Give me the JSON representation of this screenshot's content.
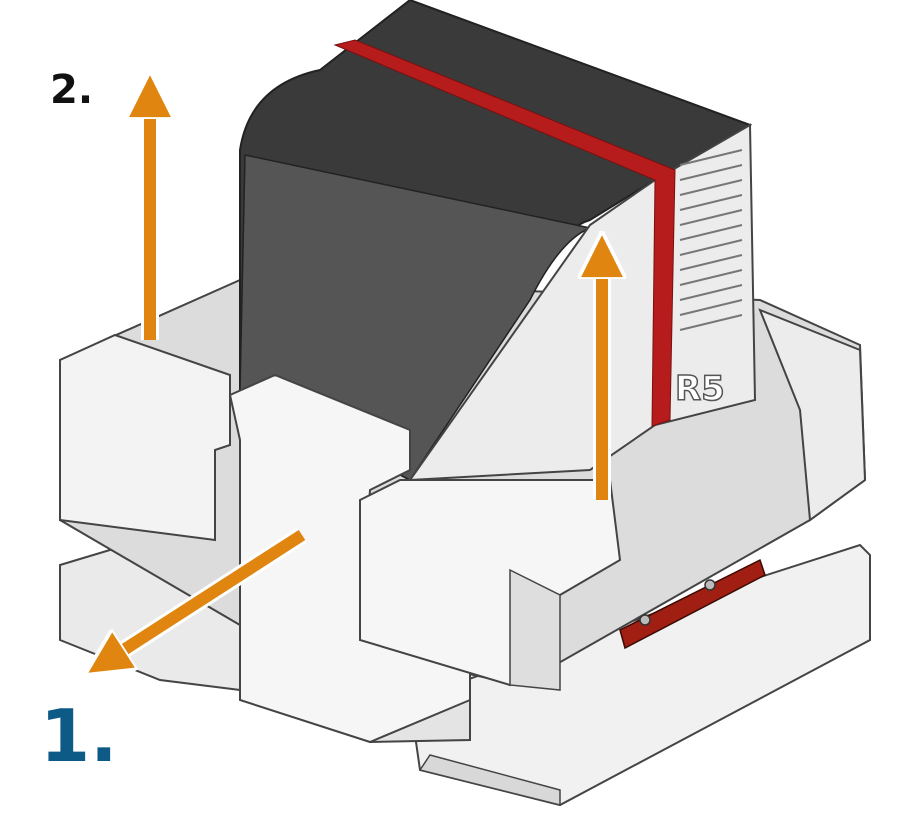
{
  "steps": [
    {
      "number": "1.",
      "color": "#0d5a86",
      "action": "pull-out"
    },
    {
      "number": "2.",
      "color": "#111111",
      "action": "lift-up"
    }
  ],
  "device_marking": "R5",
  "colors": {
    "arrow": "#e0850f",
    "foam": "#f1f1f1",
    "foam_shade": "#d8d8d8",
    "housing_dark": "#3a3a3a",
    "housing_face": "#555555",
    "stripe": "#b71c1c",
    "bracket": "#a01e12"
  }
}
